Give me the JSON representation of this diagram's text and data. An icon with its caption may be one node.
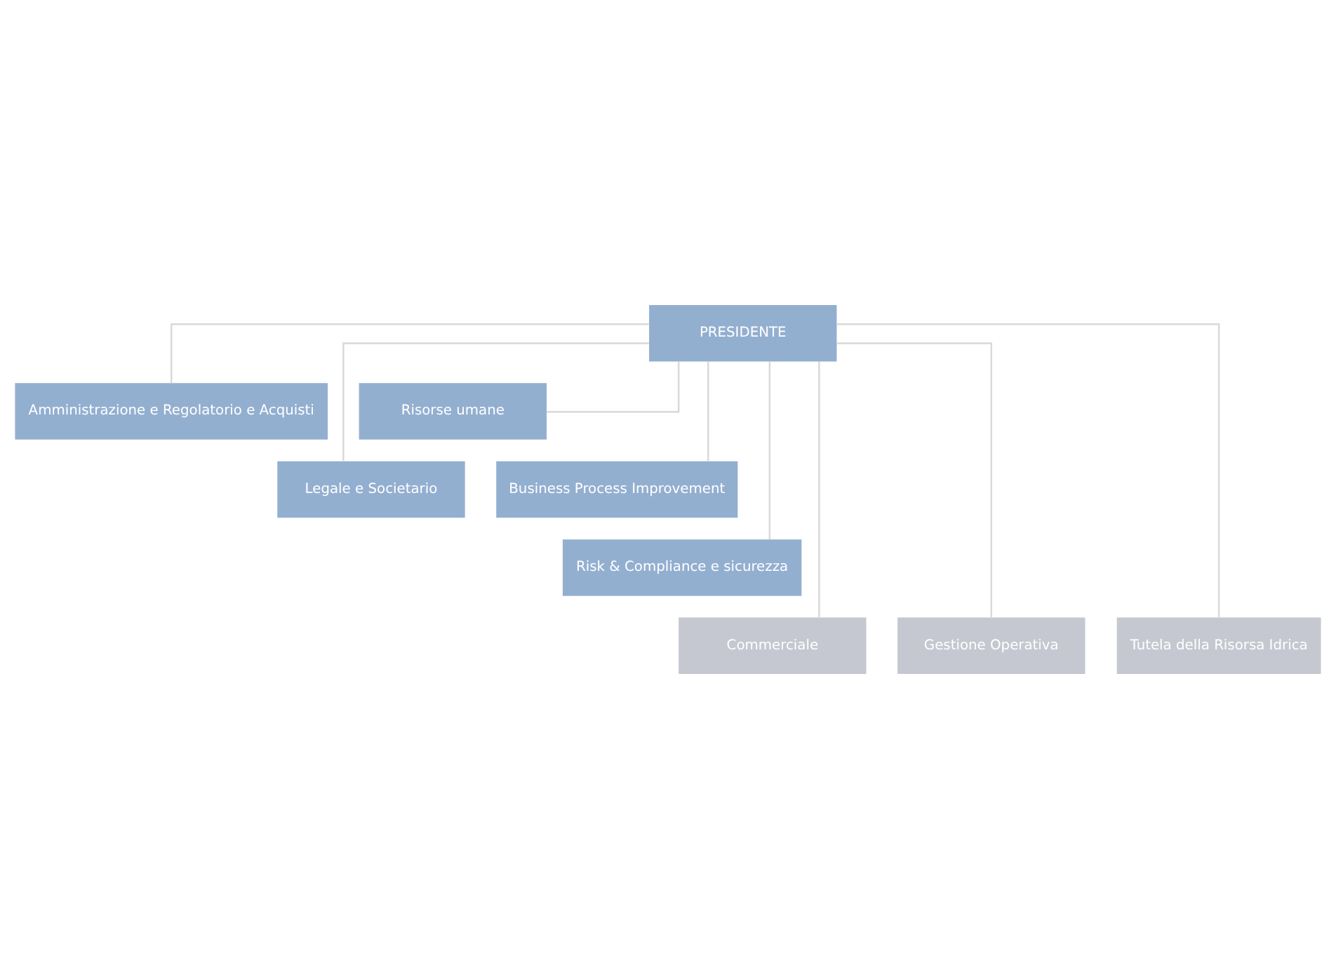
{
  "diagram": {
    "nodes": [
      {
        "text": [
          "PRESIDENTE"
        ]
      },
      {
        "text": [
          "Amministrazione e Regolatorio e Acquisti"
        ]
      },
      {
        "text": [
          "Risorse umane"
        ]
      },
      {
        "text": [
          "Legale e Societario"
        ]
      },
      {
        "text": [
          "Business Process Improvement"
        ]
      },
      {
        "text": [
          "Risk & Compliance e sicurezza"
        ]
      },
      {
        "text": [
          "Commerciale"
        ]
      },
      {
        "text": [
          "Gestione Operativa"
        ]
      },
      {
        "text": [
          "Tutela della Risorsa Idrica"
        ]
      }
    ],
    "edges": [
      {
        "from": 0,
        "to": 1,
        "arrow": "none"
      },
      {
        "from": 0,
        "to": 2,
        "arrow": "none"
      },
      {
        "from": 0,
        "to": 3,
        "arrow": "none"
      },
      {
        "from": 0,
        "to": 4,
        "arrow": "none"
      },
      {
        "from": 0,
        "to": 5,
        "arrow": "none"
      },
      {
        "from": 0,
        "to": 6,
        "arrow": "none"
      },
      {
        "from": 0,
        "to": 7,
        "arrow": "none"
      },
      {
        "from": 0,
        "to": 8,
        "arrow": "none"
      }
    ]
  }
}
